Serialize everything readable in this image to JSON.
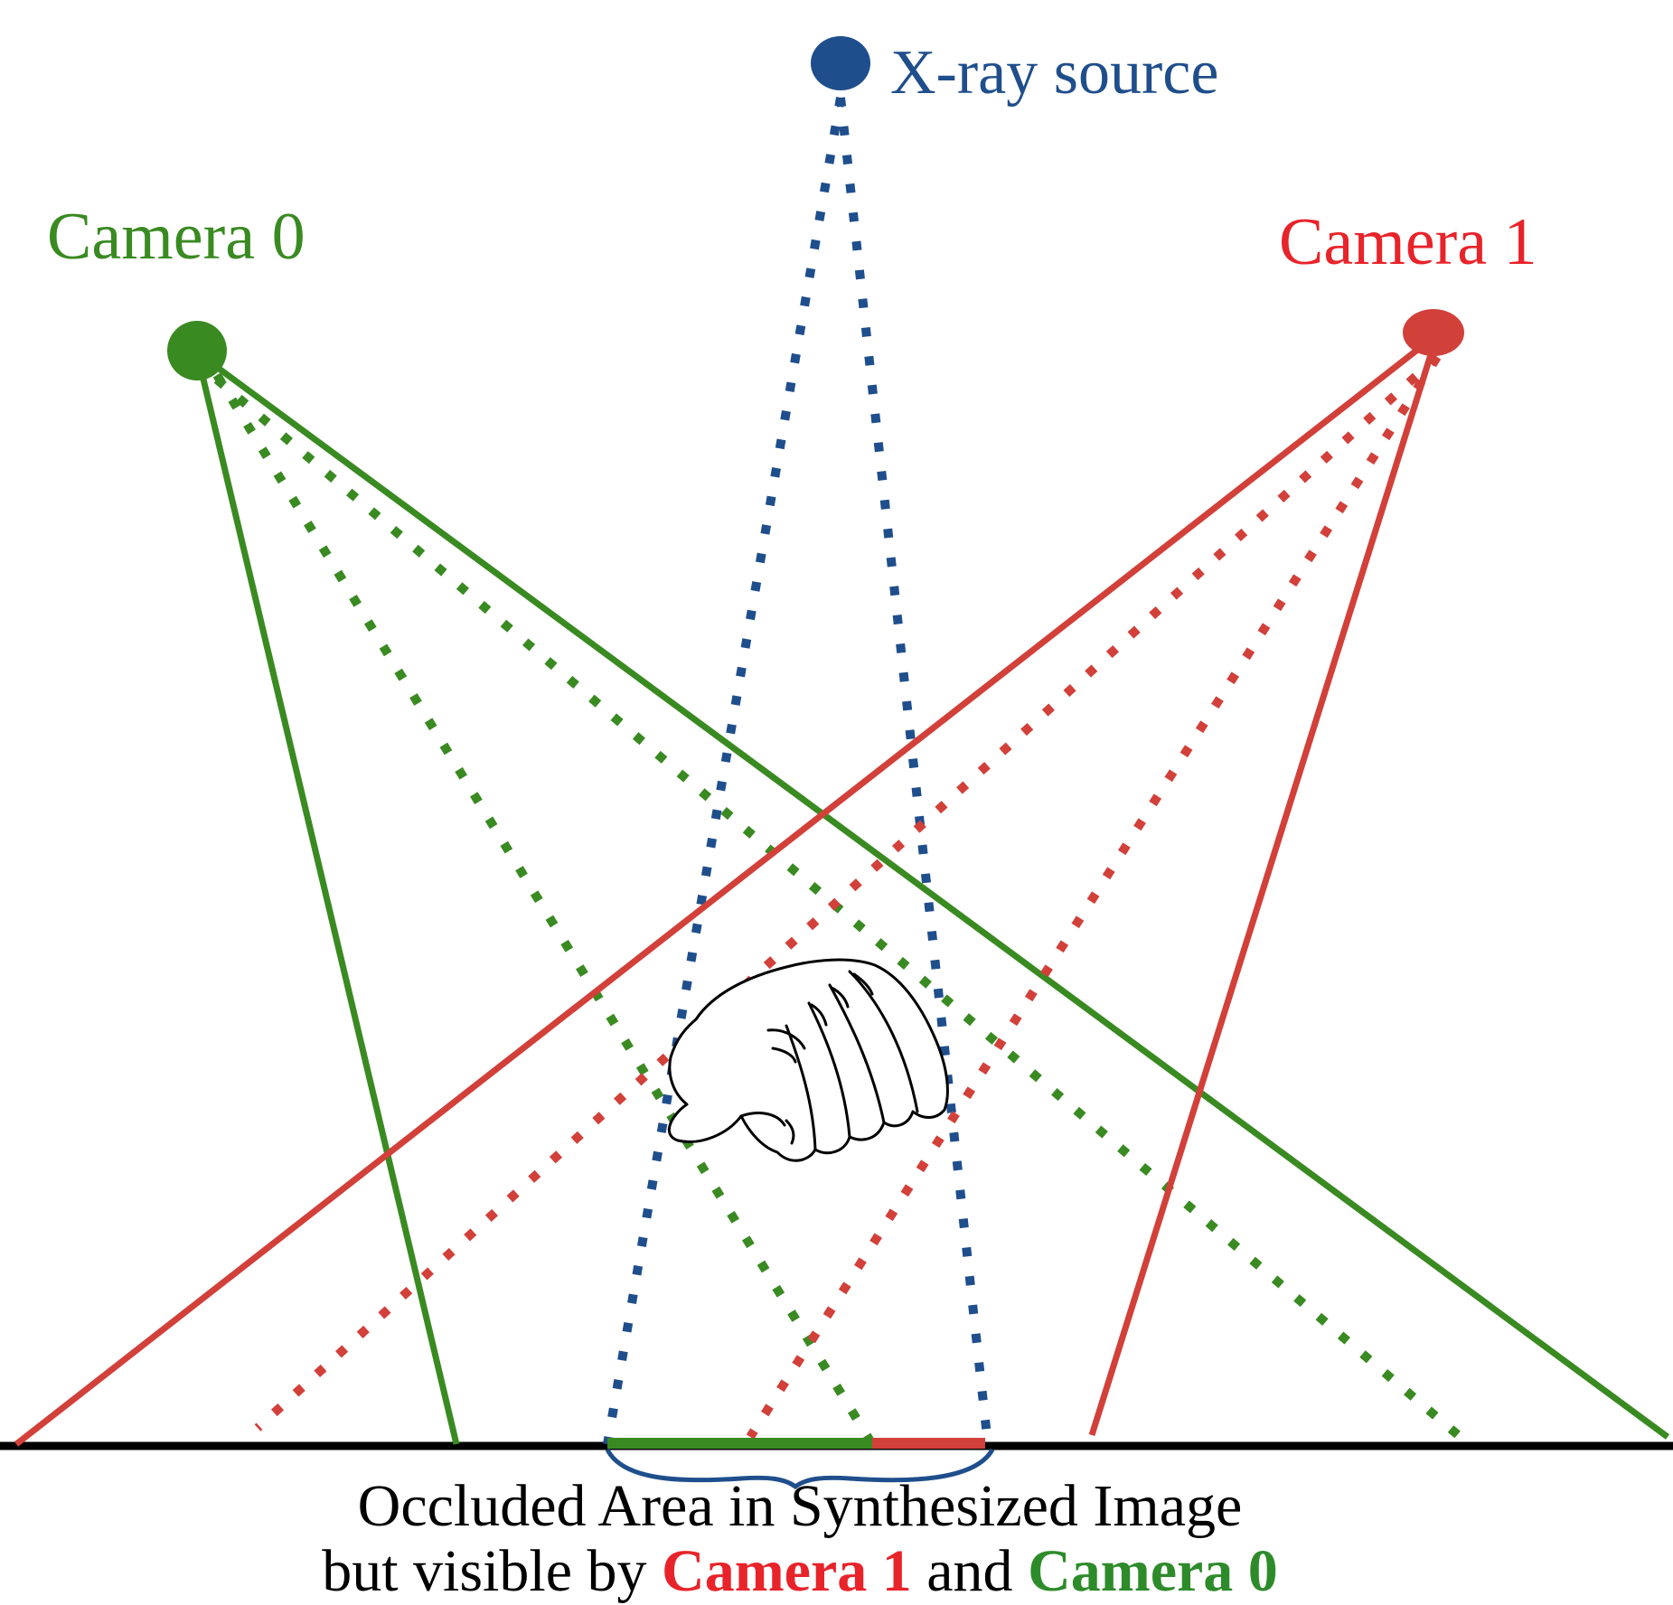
{
  "labels": {
    "xray": "X-ray source",
    "camera0": "Camera 0",
    "camera1": "Camera 1"
  },
  "caption": {
    "line1": "Occluded Area in Synthesized Image",
    "line2_prefix": "but visible by ",
    "line2_cam1": "Camera 1",
    "line2_mid": " and ",
    "line2_cam0": "Camera 0"
  },
  "colors": {
    "xray": "#1f4e8c",
    "camera0": "#3a8a22",
    "camera1": "#d2403a",
    "caption_cam1": "#e8232a",
    "caption_cam0": "#2e8b2a",
    "ground": "#000000"
  }
}
